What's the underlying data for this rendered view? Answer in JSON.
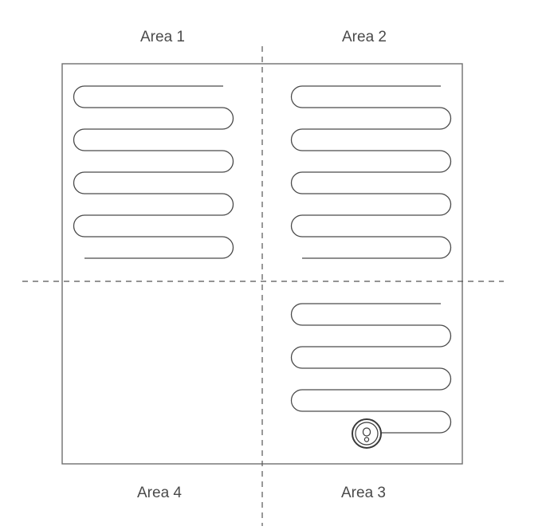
{
  "areas": {
    "area1": "Area 1",
    "area2": "Area 2",
    "area3": "Area 3",
    "area4": "Area 4"
  },
  "colors": {
    "outline": "#6e6e6e",
    "path": "#4a4a4a",
    "label": "#4a4a4a"
  }
}
